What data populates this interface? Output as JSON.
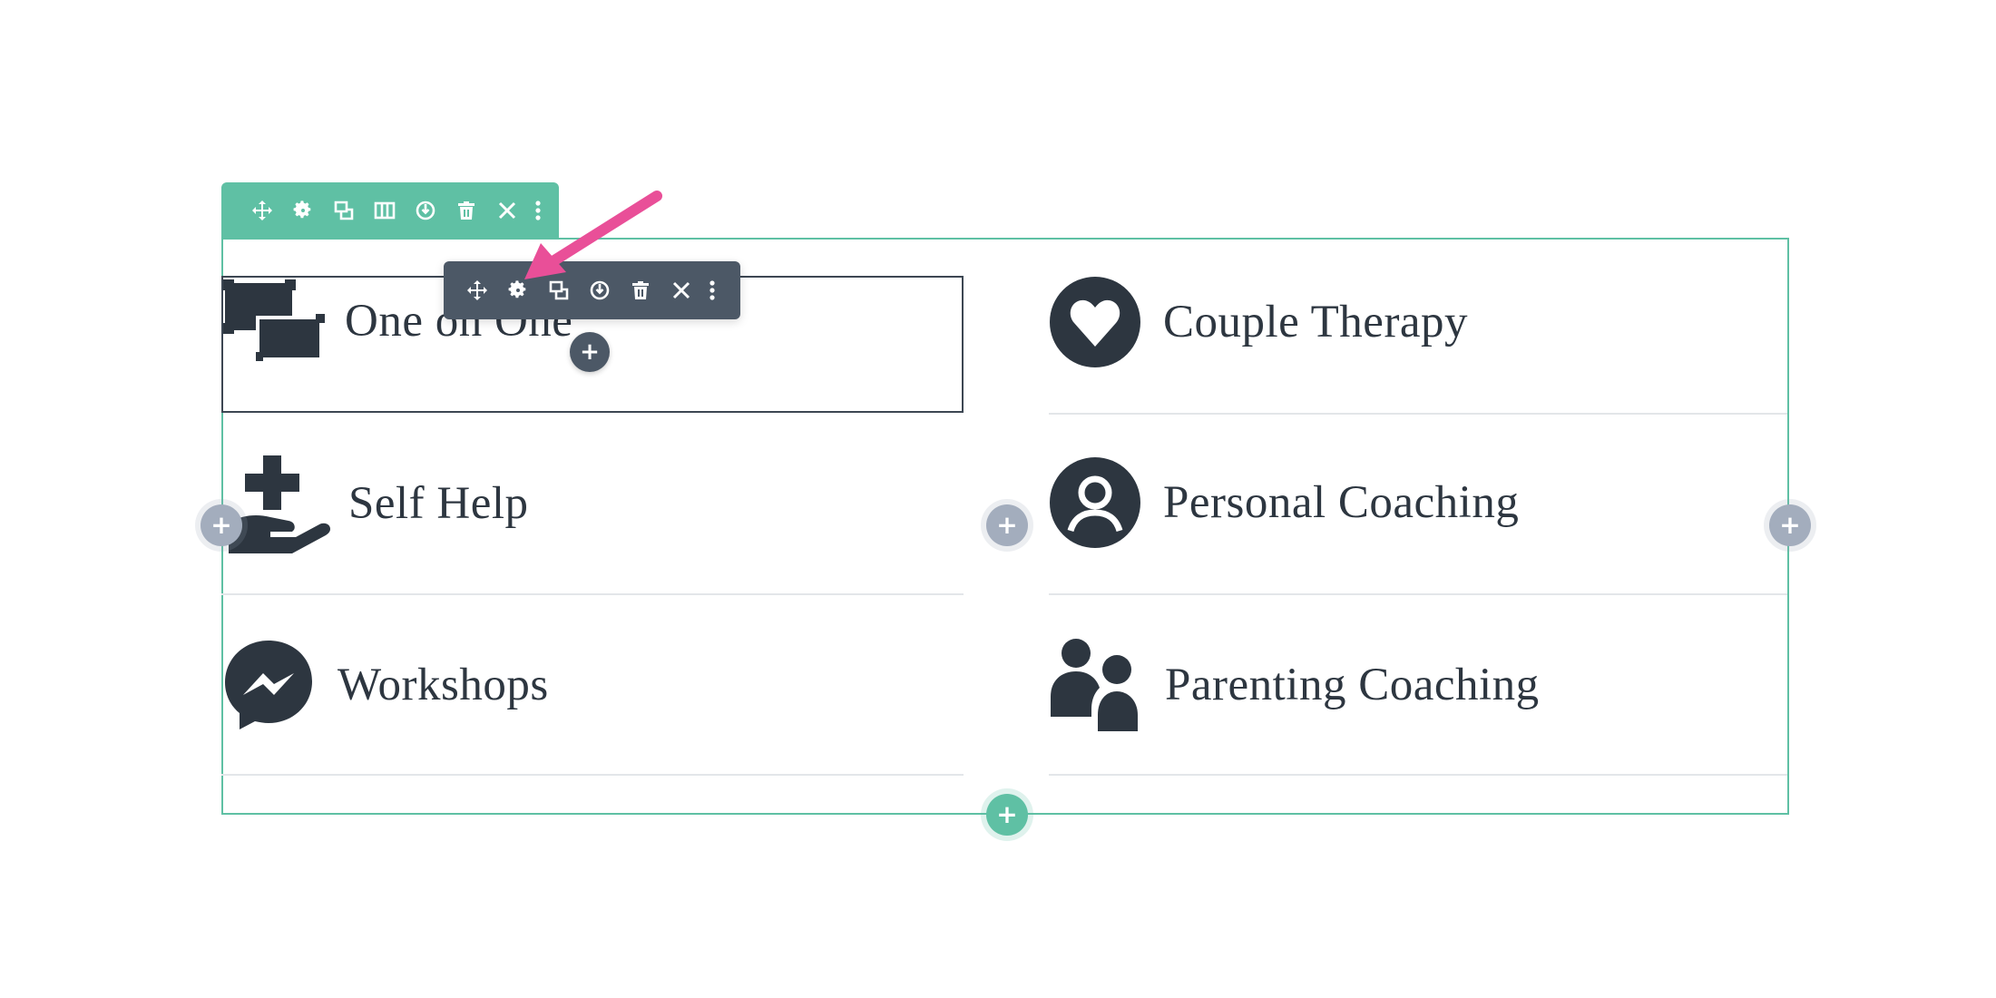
{
  "colors": {
    "row_accent": "#5fc0a4",
    "module_toolbar": "#4c5866",
    "icon_dark": "#2d3640",
    "add_grey": "#a3adbd",
    "arrow_pink": "#e94f98"
  },
  "row_toolbar": {
    "icons": [
      "move-icon",
      "settings-icon",
      "duplicate-icon",
      "columns-icon",
      "save-icon",
      "trash-icon",
      "close-icon",
      "more-icon"
    ]
  },
  "module_toolbar": {
    "icons": [
      "move-icon",
      "settings-icon",
      "duplicate-icon",
      "save-icon",
      "trash-icon",
      "close-icon",
      "more-icon"
    ]
  },
  "items": {
    "one_on_one": {
      "label": "One on One",
      "icon": "screens-icon"
    },
    "self_help": {
      "label": "Self Help",
      "icon": "hand-holding-medical-icon"
    },
    "workshops": {
      "label": "Workshops",
      "icon": "messenger-icon"
    },
    "couple_therapy": {
      "label": "Couple Therapy",
      "icon": "heart-circle-icon"
    },
    "personal_coaching": {
      "label": "Personal Coaching",
      "icon": "user-circle-icon"
    },
    "parenting_coaching": {
      "label": "Parenting Coaching",
      "icon": "user-friends-icon"
    }
  },
  "add_buttons": {
    "symbol": "+"
  }
}
